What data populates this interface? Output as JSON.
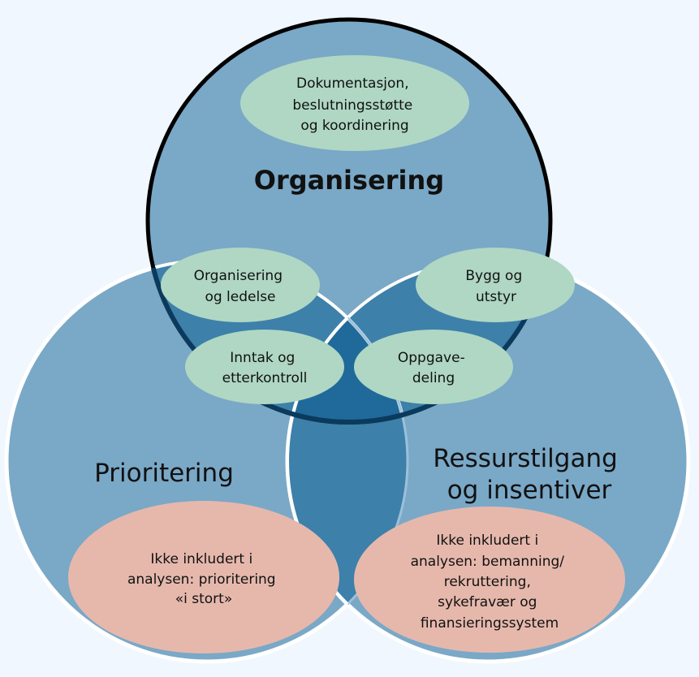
{
  "colors": {
    "background": "#f0f7fe",
    "circle_fill": "#7aa8c7",
    "overlap_two": "#3d80aa",
    "overlap_three": "#1f6a9a",
    "top_outline": "#000000",
    "top_outline_inner": "#0b3a5c",
    "lower_outline": "#ffffff",
    "included_ellipse": "#afd7c3",
    "excluded_ellipse": "#e6b8ac"
  },
  "circles": {
    "top": {
      "label": "Organisering"
    },
    "left": {
      "label": "Prioritering"
    },
    "right": {
      "label_lines": [
        "Ressurstilgang",
        "og insentiver"
      ]
    }
  },
  "ellipses": {
    "documentation": {
      "lines": [
        "Dokumentasjon,",
        "beslutningsstøtte",
        "og koordinering"
      ]
    },
    "organisation_management": {
      "lines": [
        "Organisering",
        "og ledelse"
      ]
    },
    "building_equipment": {
      "lines": [
        "Bygg og",
        "utstyr"
      ]
    },
    "intake_followup": {
      "lines": [
        "Inntak og",
        "etterkontroll"
      ]
    },
    "task_sharing": {
      "lines": [
        "Oppgave-",
        "deling"
      ]
    },
    "excluded_prioritisation": {
      "lines": [
        "Ikke inkludert i",
        "analysen: prioritering",
        "«i stort»"
      ]
    },
    "excluded_resources": {
      "lines": [
        "Ikke inkludert i",
        "analysen: bemanning/",
        "rekruttering,",
        "sykefravær og",
        "finansieringssystem"
      ]
    }
  }
}
